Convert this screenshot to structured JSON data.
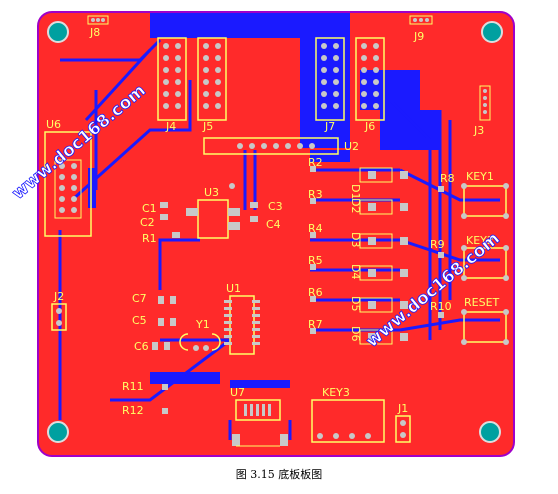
{
  "caption": "图 3.15 底板板图",
  "watermark": "www.doc168.com",
  "colors": {
    "board": "#ff2a2a",
    "copper_bottom": "#1a1aff",
    "silkscreen": "#ffff66",
    "outline": "#a000c8",
    "pad": "#c8c8c8",
    "mount_hole": "#00a0a0"
  },
  "components": {
    "j8": "J8",
    "j9": "J9",
    "j4": "J4",
    "j5": "J5",
    "j7": "J7",
    "j6": "J6",
    "j3": "J3",
    "u6": "U6",
    "u2": "U2",
    "u3": "U3",
    "u1": "U1",
    "u7": "U7",
    "r1": "R1",
    "r2": "R2",
    "r3": "R3",
    "r4": "R4",
    "r5": "R5",
    "r6": "R6",
    "r7": "R7",
    "r8": "R8",
    "r9": "R9",
    "r10": "R10",
    "r11": "R11",
    "r12": "R12",
    "c1": "C1",
    "c2": "C2",
    "c3": "C3",
    "c4": "C4",
    "c5": "C5",
    "c6": "C6",
    "c7": "C7",
    "d1": "D1",
    "d2": "D2",
    "d3": "D3",
    "d4": "D4",
    "d5": "D5",
    "d6": "D6",
    "y1": "Y1",
    "j2": "J2",
    "j1": "J1",
    "key1": "KEY1",
    "key2": "KEY2",
    "key3": "KEY3",
    "reset": "RESET"
  }
}
